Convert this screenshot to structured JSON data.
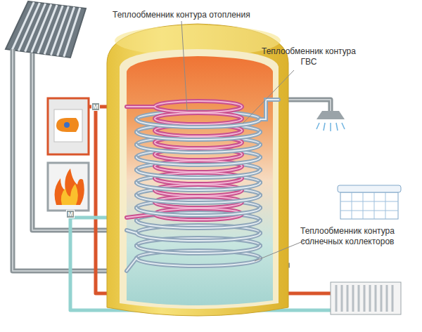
{
  "diagram": {
    "nodes": [
      {
        "text": [
          "M"
        ]
      },
      {
        "text": [
          "M"
        ]
      }
    ],
    "labels": [
      "Теплообменник контура отопления",
      "Теплообменник контура ГВС",
      "Теплообменник контура солнечных коллекторов"
    ]
  }
}
